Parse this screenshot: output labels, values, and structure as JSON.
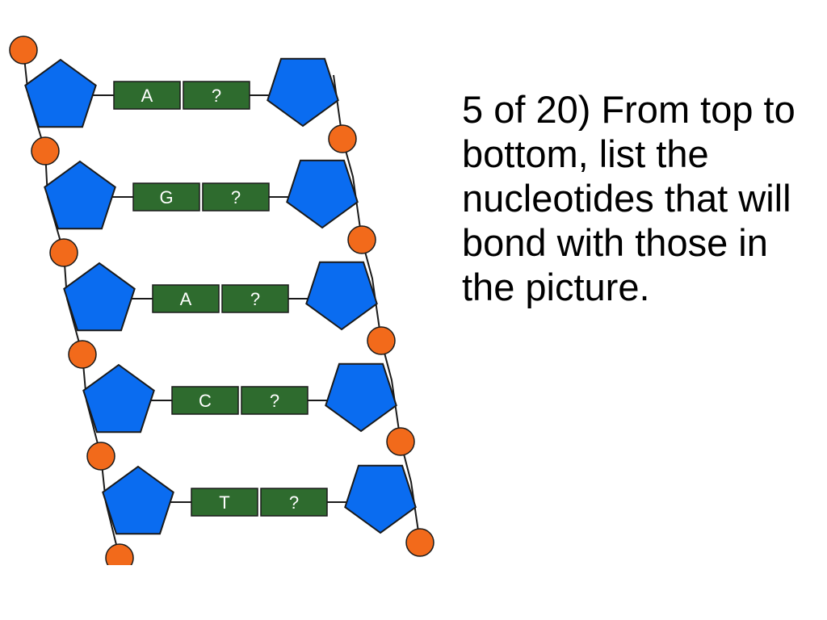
{
  "question": {
    "text": "5 of 20) From top to bottom, list the nucleotides that will bond with those in the picture."
  },
  "diagram": {
    "colors": {
      "sugar": "#0a6cf0",
      "phosphate": "#f26a1b",
      "base": "#2e6b2e",
      "outline": "#1a1a1a"
    },
    "pairs": [
      {
        "left_base": "A",
        "right_base": "?"
      },
      {
        "left_base": "G",
        "right_base": "?"
      },
      {
        "left_base": "A",
        "right_base": "?"
      },
      {
        "left_base": "C",
        "right_base": "?"
      },
      {
        "left_base": "T",
        "right_base": "?"
      }
    ]
  }
}
